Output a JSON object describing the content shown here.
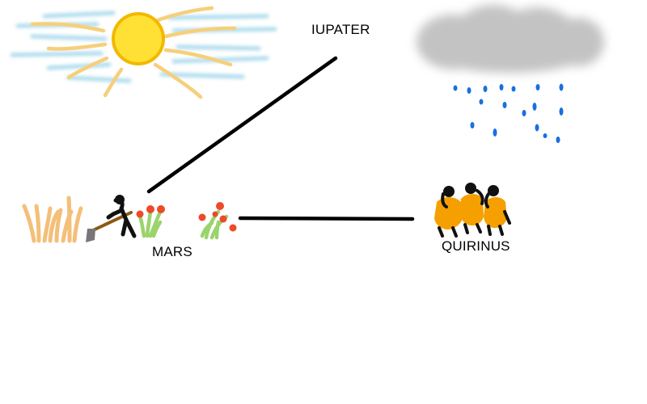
{
  "labels": {
    "iupater": "IUPATER",
    "mars": "MARS",
    "quirinus": "QUIRINUS"
  },
  "colors": {
    "sky_streak": "#8fcfe6",
    "sun_fill": "#ffe135",
    "sun_stroke": "#f3b800",
    "ray": "#f7cf7a",
    "cloud": "#b9b9b9",
    "rain": "#1a6fe0",
    "wheat": "#f4bf78",
    "plant": "#9ad46a",
    "flower": "#ee4a2a",
    "hoe_handle": "#8a5a14",
    "hoe_blade": "#777777",
    "figure_orange": "#f5a000",
    "line": "#000000"
  },
  "icons": [
    "sun-icon",
    "cloud-icon",
    "rain-icon",
    "wheat-icon",
    "farmer-icon",
    "flower-icon",
    "people-group-icon"
  ]
}
